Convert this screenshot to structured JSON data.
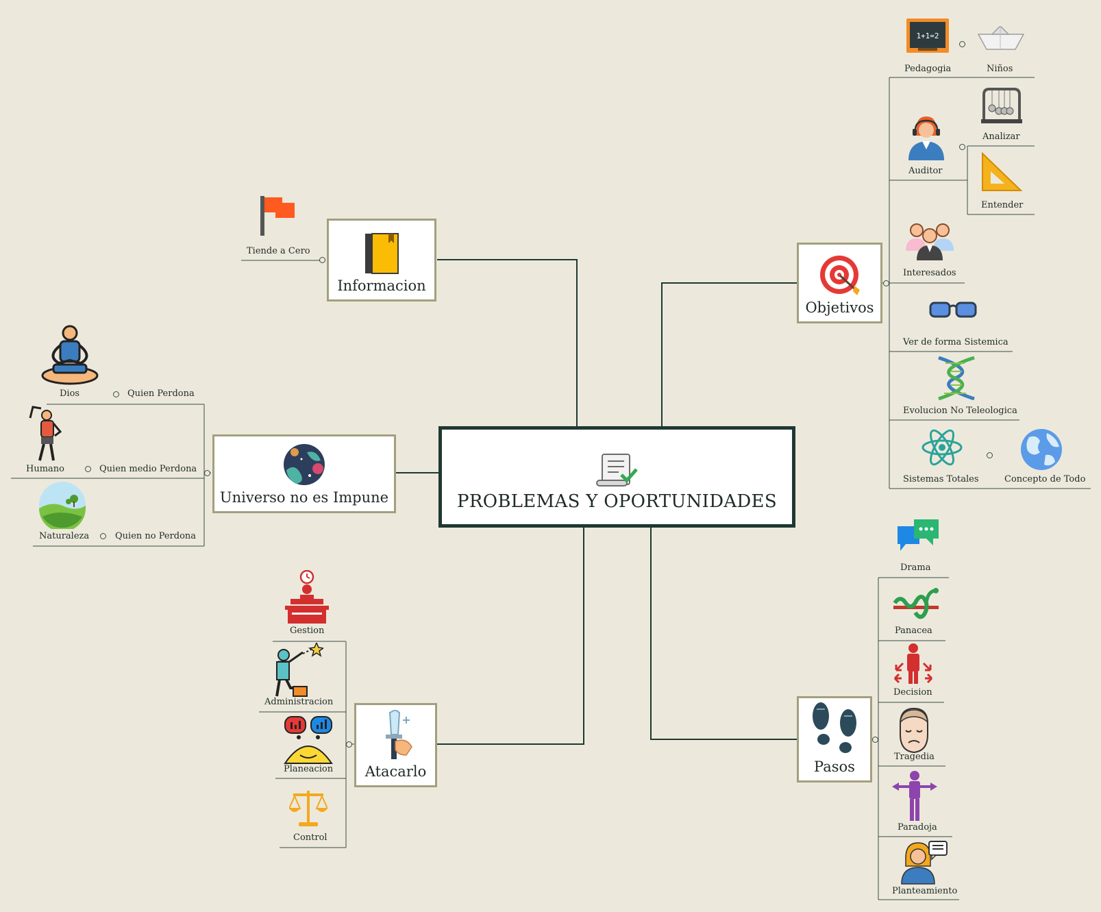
{
  "center": {
    "label": "PROBLEMAS Y OPORTUNIDADES",
    "icon": "checklist-scroll-icon"
  },
  "branches": {
    "informacion": {
      "label": "Informacion",
      "icon": "book-icon",
      "children": [
        {
          "label": "Tiende a Cero",
          "icon": "flag-icon"
        }
      ]
    },
    "universo": {
      "label": "Universo no es Impune",
      "icon": "planet-icon",
      "children": [
        {
          "label": "Dios",
          "icon": "meditation-icon",
          "child": "Quien Perdona"
        },
        {
          "label": "Humano",
          "icon": "stretching-man-icon",
          "child": "Quien medio Perdona"
        },
        {
          "label": "Naturaleza",
          "icon": "landscape-icon",
          "child": "Quien no Perdona"
        }
      ]
    },
    "atacarlo": {
      "label": "Atacarlo",
      "icon": "sword-hand-icon",
      "children": [
        {
          "label": "Gestion",
          "icon": "office-desk-icon"
        },
        {
          "label": "Administracion",
          "icon": "star-goal-icon"
        },
        {
          "label": "Planeacion",
          "icon": "thinking-charts-icon"
        },
        {
          "label": "Control",
          "icon": "scale-icon"
        }
      ]
    },
    "objetivos": {
      "label": "Objetivos",
      "icon": "target-icon",
      "children": [
        {
          "label": "Pedagogia",
          "icon": "chalkboard-icon",
          "child": "Niños",
          "child_icon": "paper-boat-icon"
        },
        {
          "label": "Auditor",
          "icon": "auditor-icon",
          "children": [
            {
              "label": "Analizar",
              "icon": "newton-cradle-icon"
            },
            {
              "label": "Entender",
              "icon": "set-square-icon"
            }
          ]
        },
        {
          "label": "Interesados",
          "icon": "group-people-icon"
        },
        {
          "label": "Ver de forma Sistemica",
          "icon": "glasses-icon"
        },
        {
          "label": "Evolucion No Teleologica",
          "icon": "dna-icon"
        },
        {
          "label": "Sistemas Totales",
          "icon": "atom-icon",
          "child": "Concepto de Todo",
          "child_icon": "globe-icon"
        }
      ]
    },
    "pasos": {
      "label": "Pasos",
      "icon": "footprints-icon",
      "children": [
        {
          "label": "Drama",
          "icon": "chat-bubbles-icon"
        },
        {
          "label": "Panacea",
          "icon": "snake-icon"
        },
        {
          "label": "Decision",
          "icon": "decision-man-icon"
        },
        {
          "label": "Tragedia",
          "icon": "sad-face-icon"
        },
        {
          "label": "Paradoja",
          "icon": "arrows-man-icon"
        },
        {
          "label": "Planteamiento",
          "icon": "woman-speech-icon"
        }
      ]
    }
  },
  "colors": {
    "background": "#ECE9DC",
    "node_border": "#A39F7E",
    "center_border": "#1F3832",
    "connector": "#1F3832"
  }
}
